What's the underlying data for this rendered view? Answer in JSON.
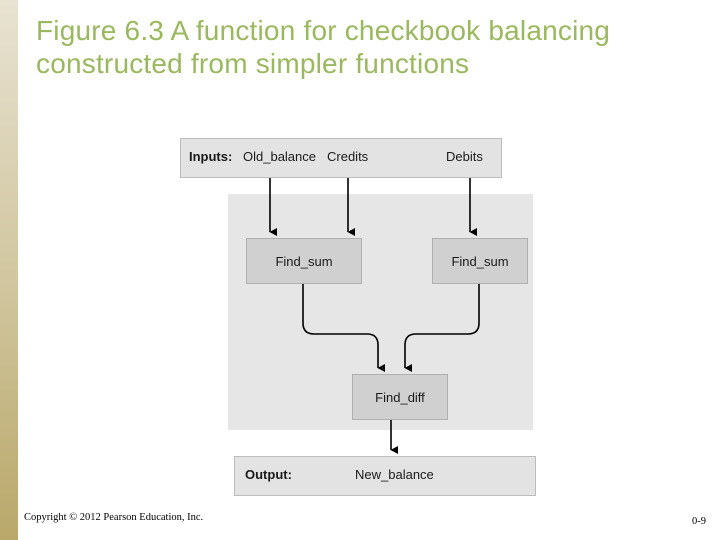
{
  "slide": {
    "title": "Figure 6.3  A function for checkbook balancing constructed from simpler functions",
    "copyright": "Copyright © 2012 Pearson Education, Inc.",
    "page_number": "0-9",
    "accent_color": "#9ab85e",
    "bar_color": "#c2b47e"
  },
  "diagram": {
    "inputs": {
      "label": "Inputs:",
      "items": [
        "Old_balance",
        "Credits",
        "Debits"
      ]
    },
    "boxes": [
      {
        "name": "find-sum-left",
        "label": "Find_sum"
      },
      {
        "name": "find-sum-right",
        "label": "Find_sum"
      },
      {
        "name": "find-diff",
        "label": "Find_diff"
      }
    ],
    "output": {
      "label": "Output:",
      "value": "New_balance"
    }
  }
}
